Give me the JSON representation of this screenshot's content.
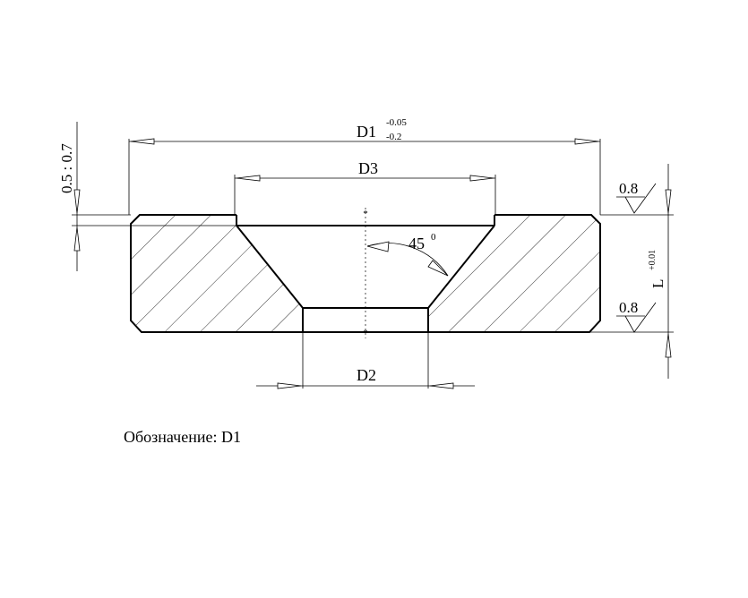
{
  "drawing": {
    "dimensions": {
      "d1": {
        "label": "D1",
        "tol_upper": "-0.05",
        "tol_lower": "-0.2"
      },
      "d2": {
        "label": "D2"
      },
      "d3": {
        "label": "D3"
      },
      "chamfer": {
        "label": "0.5 : 0.7"
      },
      "length": {
        "label": "L",
        "tolerance": "+0.01"
      }
    },
    "angle": {
      "value": "45",
      "unit": "0"
    },
    "roughness": {
      "top": "0.8",
      "bottom": "0.8"
    },
    "caption": "Обозначение: D1"
  }
}
